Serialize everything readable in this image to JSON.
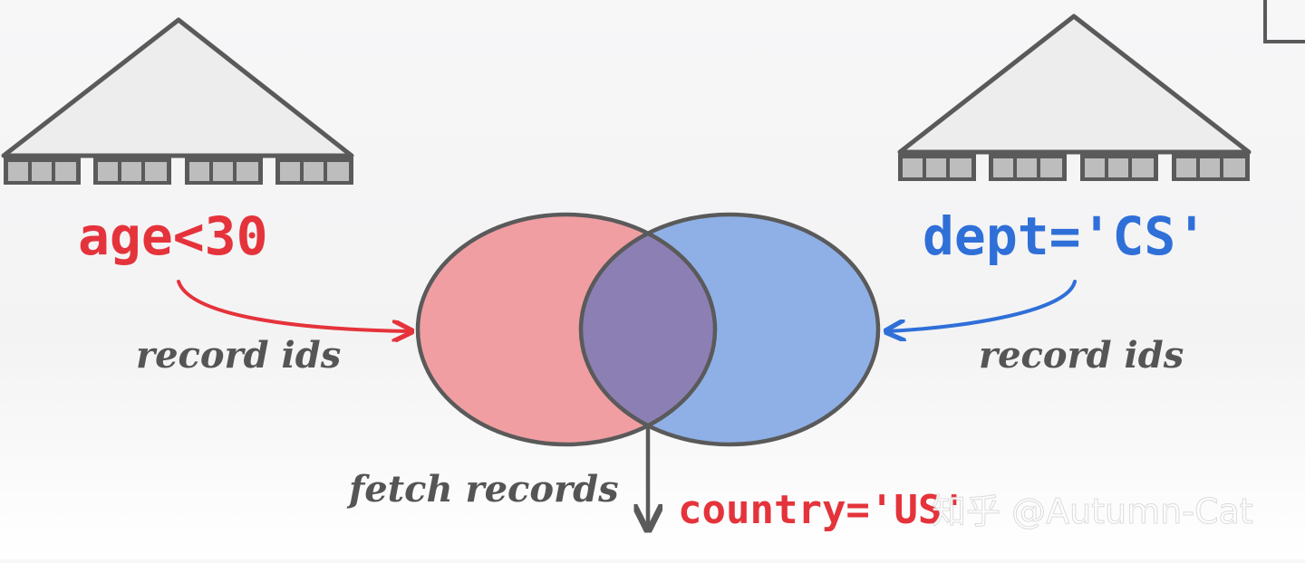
{
  "diagram": {
    "left_predicate": "age<30",
    "right_predicate": "dept='CS'",
    "left_edge_label": "record ids",
    "right_edge_label": "record ids",
    "fetch_label": "fetch records",
    "filter_predicate": "country='US'",
    "watermark": "知乎 @Autumn-Cat"
  },
  "colors": {
    "red": "#e5333b",
    "blue": "#2f6fd8",
    "red_fill": "#f09ea2",
    "blue_fill": "#8fb0e6",
    "overlap_fill": "#8c7fb4",
    "stroke": "#5a5a5a",
    "tree_fill": "#ededee"
  },
  "icons": {
    "left_index": "b-tree-index-icon",
    "right_index": "b-tree-index-icon",
    "venn": "venn-intersection-icon"
  }
}
